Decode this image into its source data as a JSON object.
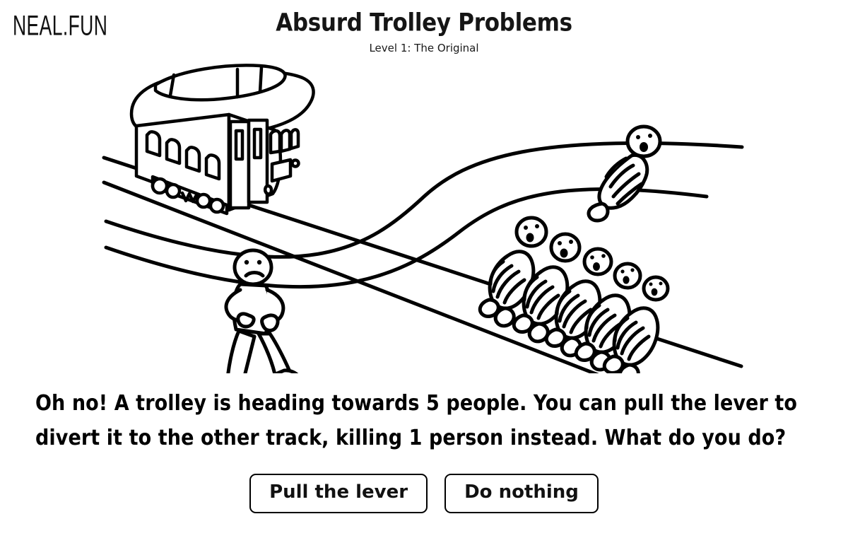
{
  "site": {
    "logo": "NEAL.FUN"
  },
  "header": {
    "title": "Absurd Trolley Problems",
    "subtitle": "Level 1: The Original"
  },
  "prompt": {
    "text": "Oh no! A trolley is heading towards 5 people. You can pull the lever to divert it to the other track, killing 1 person instead. What do you do?"
  },
  "choices": [
    {
      "label": "Pull the lever"
    },
    {
      "label": "Do nothing"
    }
  ],
  "scene": {
    "description": "Black-and-white line drawing of a trolley on tracks, an operator at a lever, five people tied to the lower track and one person tied to the upper track",
    "people_on_main_track": 5,
    "people_on_other_track": 1,
    "stroke_color": "#000000",
    "background_color": "#ffffff"
  }
}
